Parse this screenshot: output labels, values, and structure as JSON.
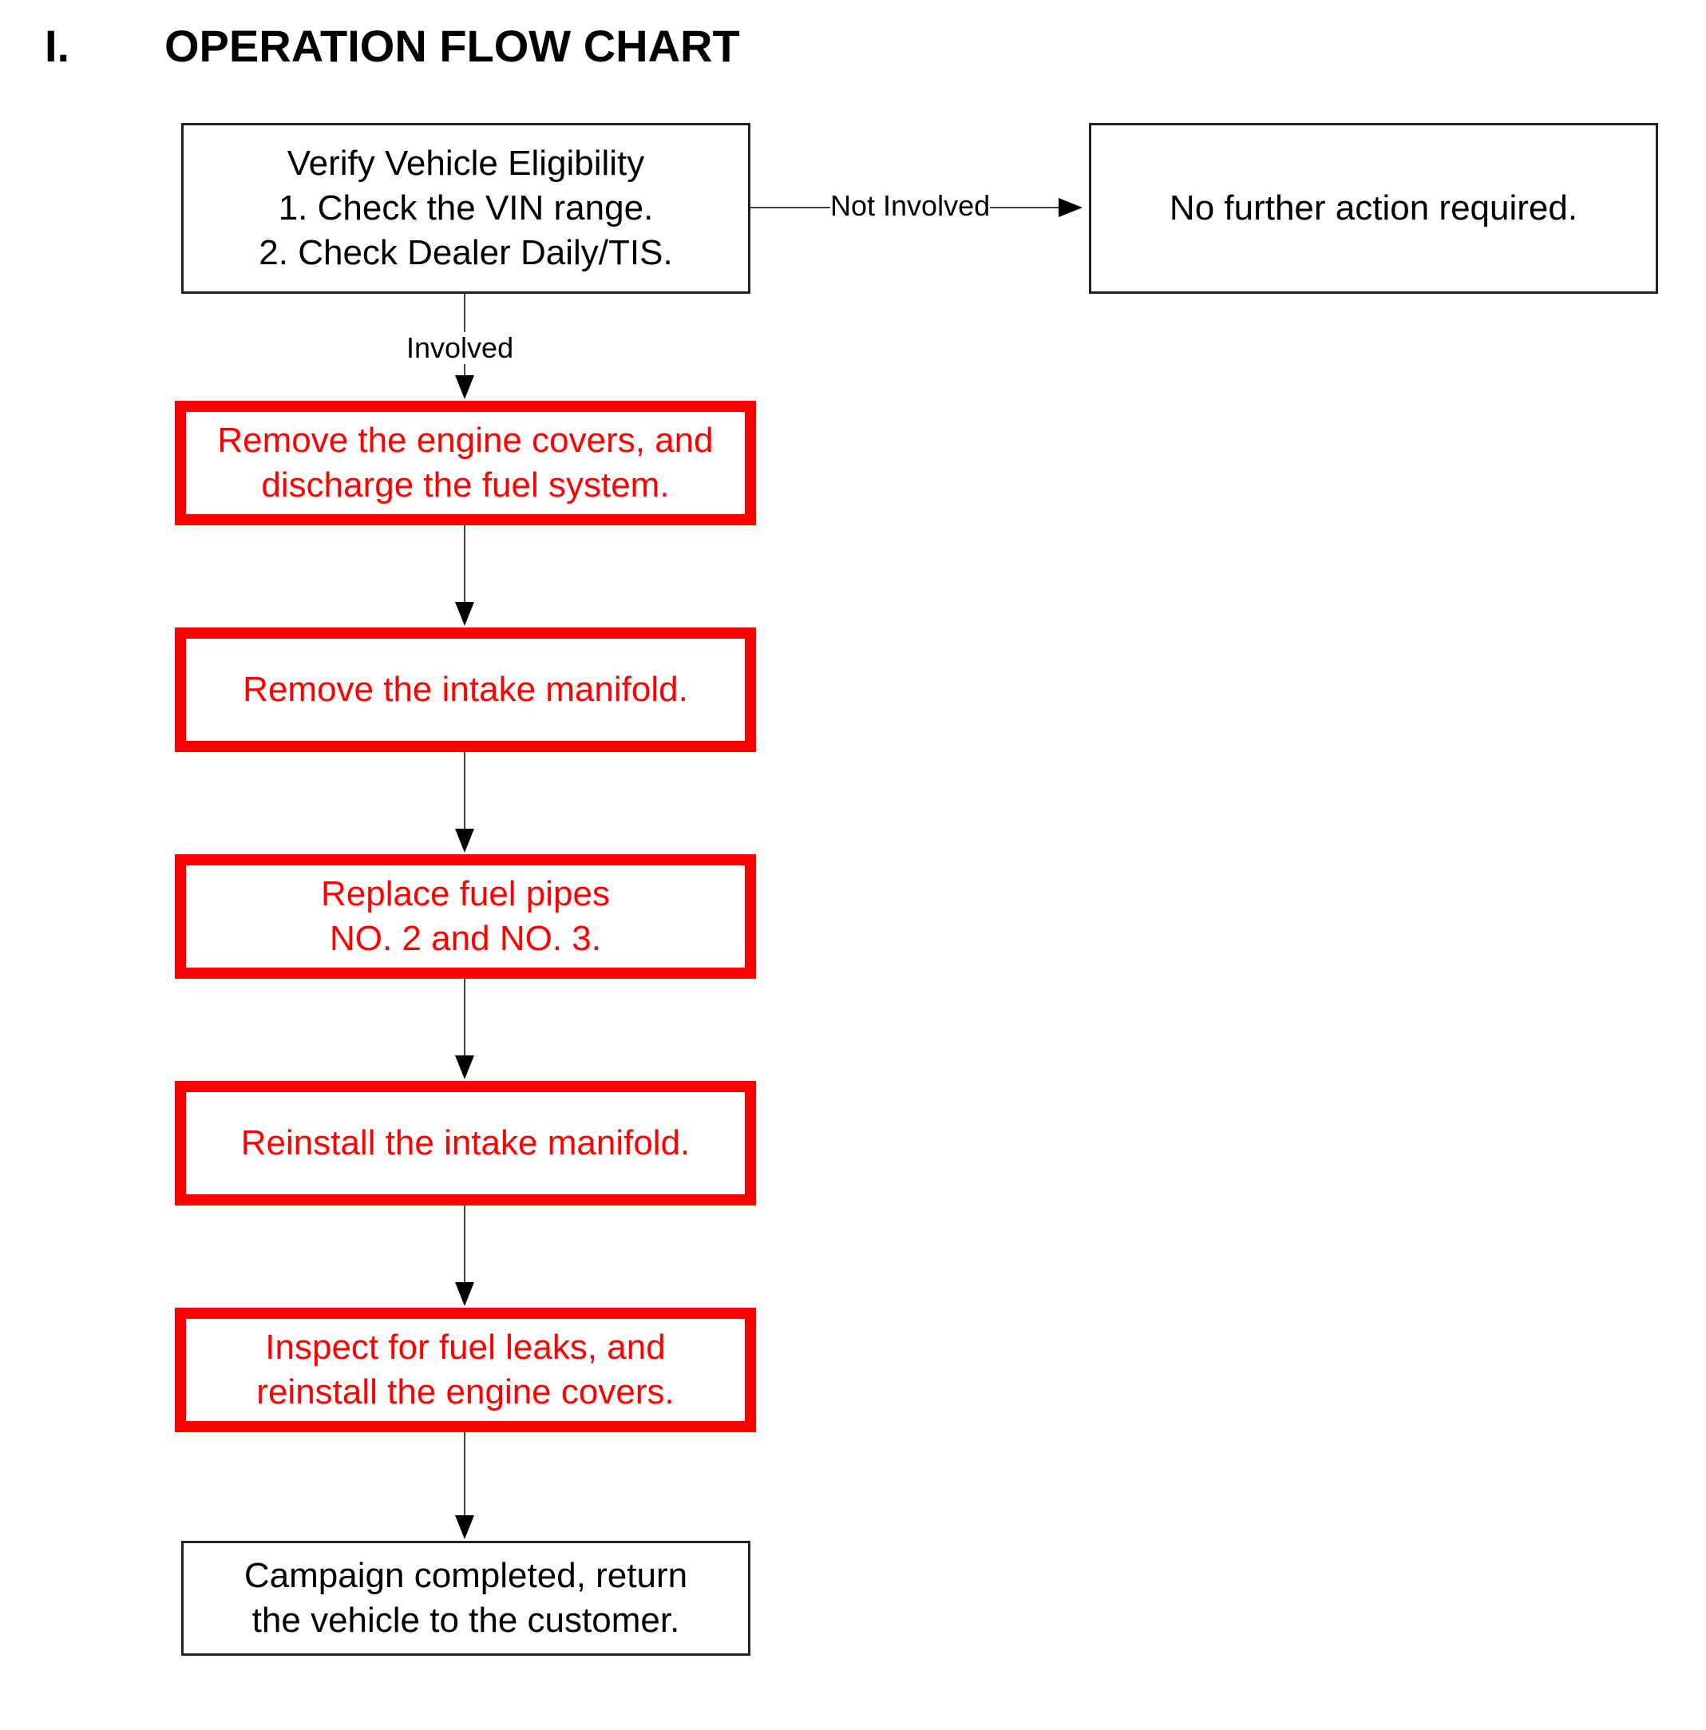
{
  "heading": {
    "number": "I.",
    "title": "OPERATION FLOW CHART"
  },
  "nodes": {
    "verify": {
      "lines": [
        "Verify Vehicle Eligibility",
        "1. Check the VIN range.",
        "2. Check Dealer Daily/TIS."
      ]
    },
    "no_action": {
      "lines": [
        "No further action required."
      ]
    },
    "step1": {
      "lines": [
        "Remove the engine covers, and",
        "discharge the fuel system."
      ]
    },
    "step2": {
      "lines": [
        "Remove the intake manifold."
      ]
    },
    "step3": {
      "lines": [
        "Replace fuel pipes",
        "NO. 2 and NO. 3."
      ]
    },
    "step4": {
      "lines": [
        "Reinstall the intake manifold."
      ]
    },
    "step5": {
      "lines": [
        "Inspect for fuel leaks, and",
        "reinstall the engine covers."
      ]
    },
    "complete": {
      "lines": [
        "Campaign completed, return",
        "the vehicle to the customer."
      ]
    }
  },
  "edges": {
    "not_involved": "Not Involved",
    "involved": "Involved"
  },
  "colors": {
    "highlight": "#ff0000",
    "border": "#222222",
    "text": "#000000"
  }
}
